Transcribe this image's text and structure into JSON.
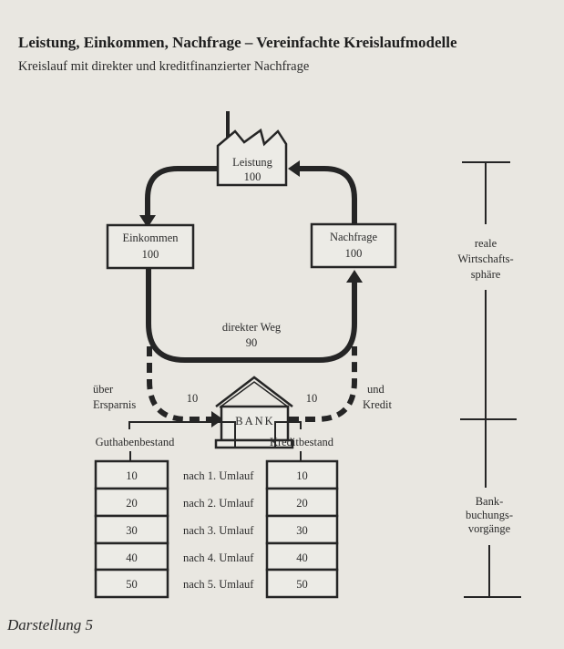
{
  "title": "Leistung, Einkommen, Nachfrage – Vereinfachte Kreislaufmodelle",
  "subtitle": "Kreislauf mit direkter und kreditfinanzierter Nachfrage",
  "nodes": {
    "leistung": {
      "label": "Leistung",
      "value": "100"
    },
    "einkommen": {
      "label": "Einkommen",
      "value": "100"
    },
    "nachfrage": {
      "label": "Nachfrage",
      "value": "100"
    },
    "bank": {
      "label": "BANK"
    }
  },
  "flows": {
    "direct": {
      "label": "direkter Weg",
      "value": "90"
    },
    "savings": {
      "label_1": "über",
      "label_2": "Ersparnis",
      "value": "10"
    },
    "credit": {
      "label_1": "und",
      "label_2": "Kredit",
      "value": "10"
    }
  },
  "stocks": {
    "guthaben": {
      "label": "Guthabenbestand",
      "values": [
        "10",
        "20",
        "30",
        "40",
        "50"
      ]
    },
    "kredit": {
      "label": "Kreditbestand",
      "values": [
        "10",
        "20",
        "30",
        "40",
        "50"
      ]
    },
    "rounds": [
      "nach 1. Umlauf",
      "nach 2. Umlauf",
      "nach 3. Umlauf",
      "nach 4. Umlauf",
      "nach 5. Umlauf"
    ]
  },
  "scale": {
    "upper": [
      "reale",
      "Wirtschafts-",
      "sphäre"
    ],
    "lower": [
      "Bank-",
      "buchungs-",
      "vorgänge"
    ]
  },
  "caption": "Darstellung 5"
}
